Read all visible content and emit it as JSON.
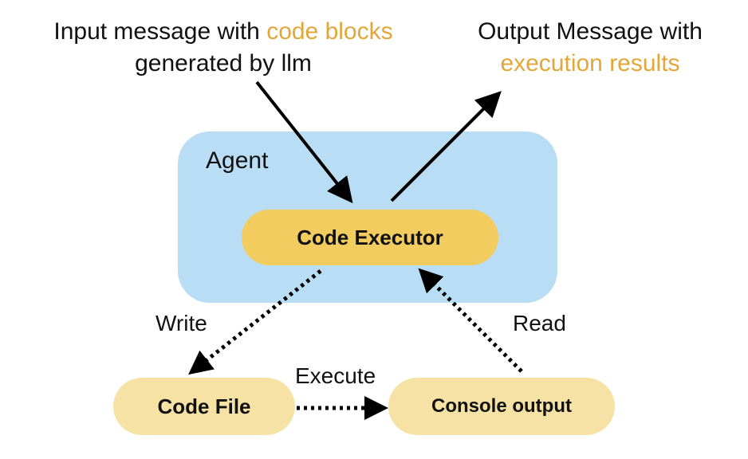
{
  "captions": {
    "input_plain": "Input message with ",
    "input_highlight": "code blocks",
    "input_line2": "generated by llm",
    "output_line1": "Output Message with",
    "output_highlight": "execution results"
  },
  "agent": {
    "label": "Agent"
  },
  "nodes": {
    "code_executor": "Code Executor",
    "code_file": "Code File",
    "console_output": "Console output"
  },
  "edges": {
    "write": "Write",
    "read": "Read",
    "execute": "Execute"
  },
  "colors": {
    "highlight_text": "#e3a63a",
    "agent_fill": "#b8ddf5",
    "executor_fill": "#f2cc5e",
    "file_fill": "#f7e2a5",
    "arrow": "#000000"
  }
}
